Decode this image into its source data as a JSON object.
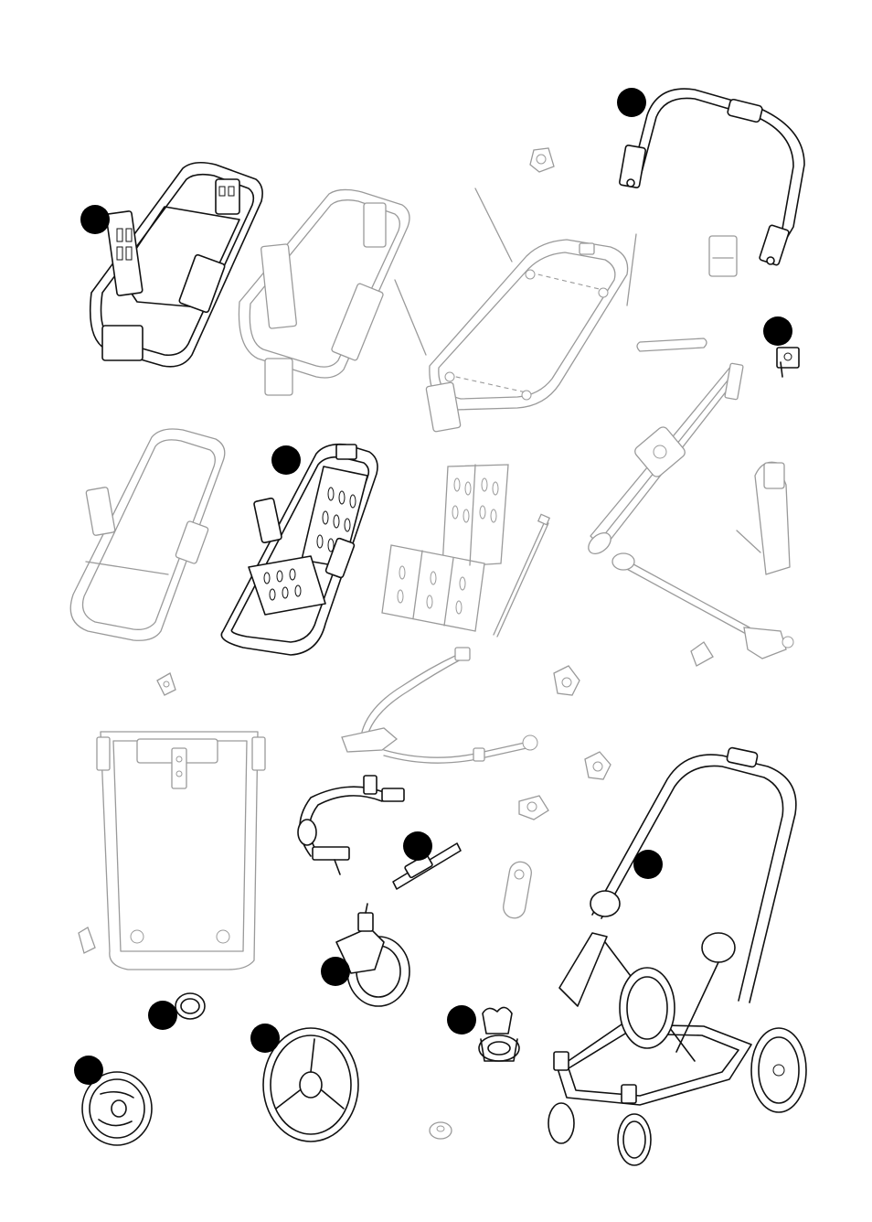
{
  "figure": {
    "kind": "exploded-parts-diagram",
    "colors": {
      "line": "#111111",
      "faded_line": "#9a9a9a",
      "marker": "#000000",
      "background": "#ffffff"
    },
    "markers": [
      "handlebar",
      "bassinet",
      "bracket",
      "seat",
      "chassis",
      "rail",
      "swivel-wheel",
      "hub-cap",
      "rear-wheel",
      "small-wheel",
      "cup-holder"
    ],
    "icons": [
      "handlebar-icon",
      "bassinet-frame-icon",
      "seat-unit-icon",
      "chassis-icon",
      "wheel-icon",
      "cup-holder-icon"
    ]
  }
}
